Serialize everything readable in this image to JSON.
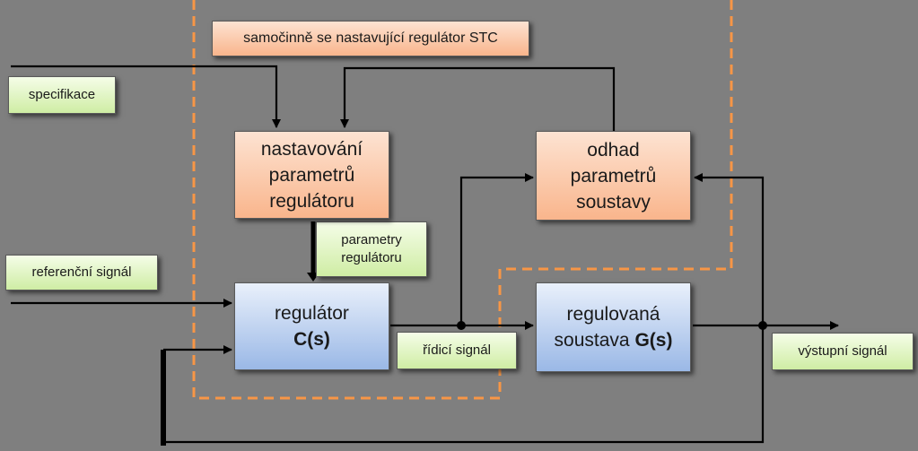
{
  "stc_label": "samočinně se nastavující regulátor STC",
  "labels": {
    "specifikace": "specifikace",
    "referencni_signal": "referenční signál",
    "parametry_regulatoru": [
      "parametry",
      "regulátoru"
    ],
    "ridici_signal": "řídicí signál",
    "vystupni_signal": "výstupní signál"
  },
  "blocks": {
    "nastavovani": [
      "nastavování",
      "parametrů",
      "regulátoru"
    ],
    "odhad": [
      "odhad",
      "parametrů",
      "soustavy"
    ],
    "regulator": {
      "line1": "regulátor",
      "line2": "C(s)"
    },
    "soustava": {
      "line1": "regulovaná",
      "line2_prefix": "soustava ",
      "line2_bold": "G(s)"
    }
  },
  "colors": {
    "background": "#7f7f7f",
    "dashed_border": "#f79646",
    "lines": "#000000"
  }
}
